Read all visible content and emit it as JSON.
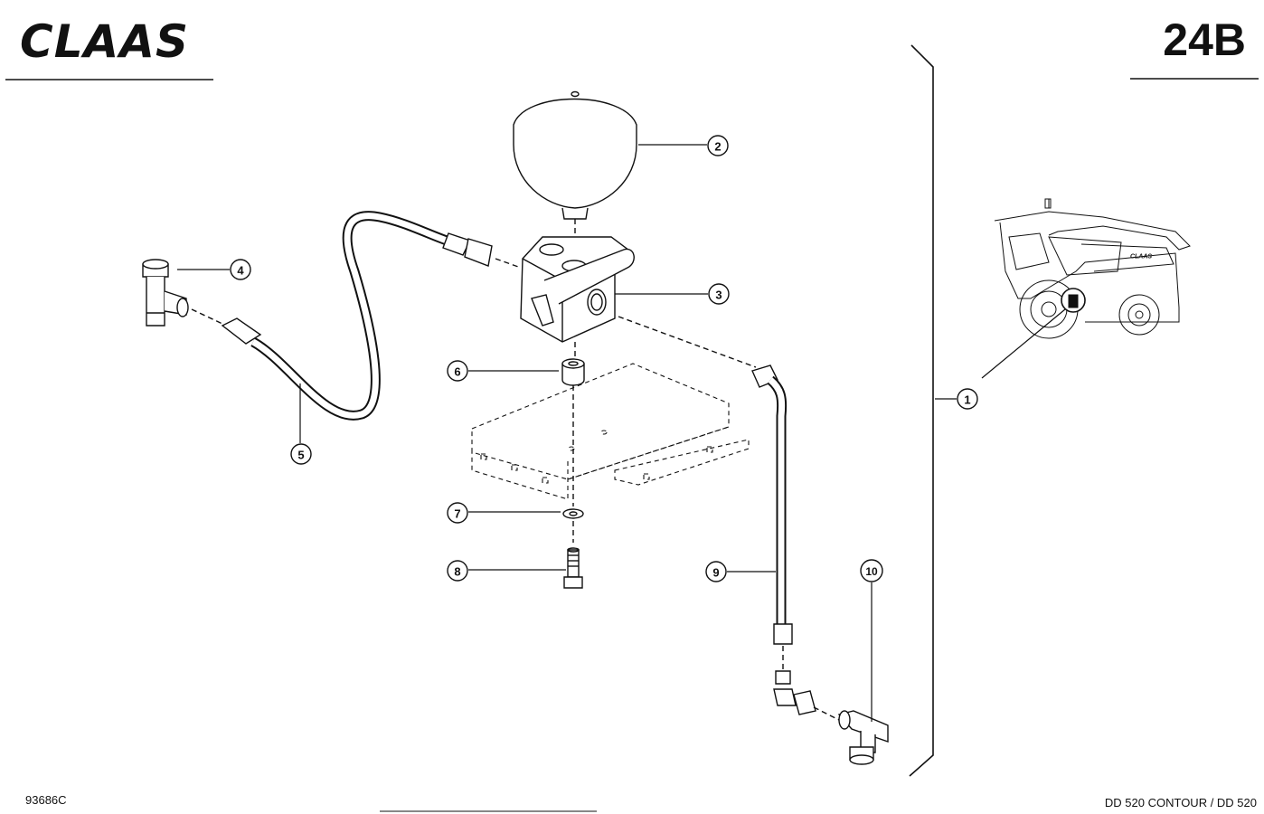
{
  "header": {
    "brand": "CLAAS",
    "page_code": "24B"
  },
  "footer": {
    "drawing_number": "93686C",
    "model": "DD 520 CONTOUR / DD 520"
  },
  "callouts": [
    "1",
    "2",
    "3",
    "4",
    "5",
    "6",
    "7",
    "8",
    "9",
    "10"
  ],
  "inset": {
    "machine_brand": "CLAAS"
  }
}
